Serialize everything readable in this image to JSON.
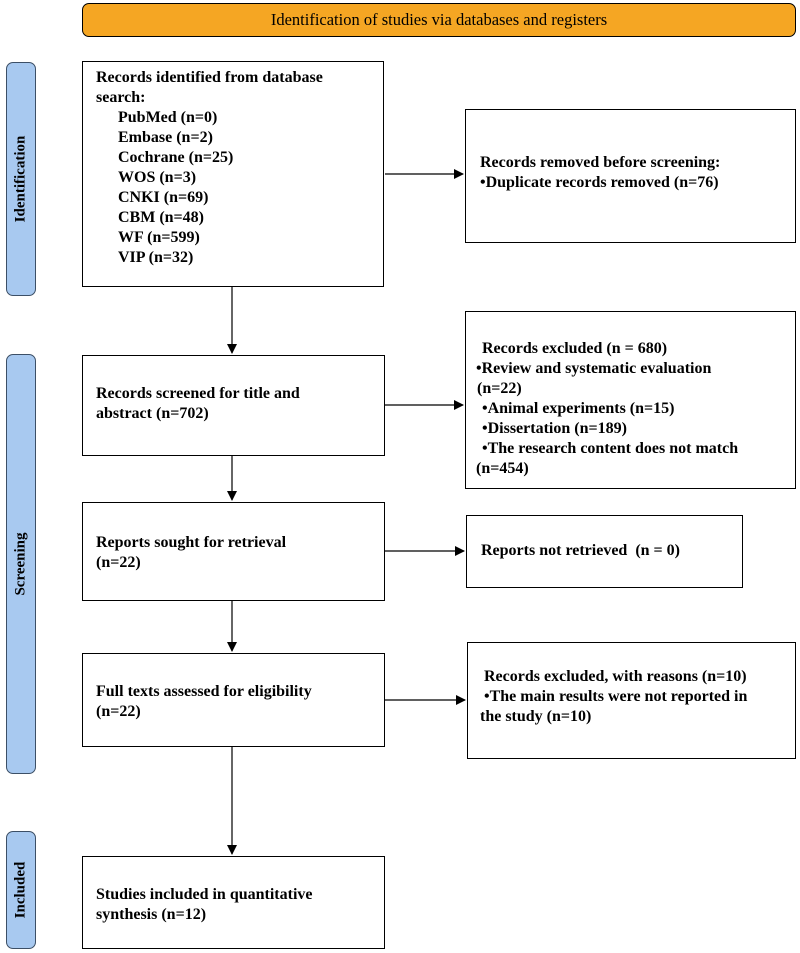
{
  "header": {
    "title": "Identification of studies via databases and registers"
  },
  "phases": {
    "identification": "Identification",
    "screening": "Screening",
    "included": "Included"
  },
  "identified": {
    "heading_line1": "Records identified from database",
    "heading_line2": "search:",
    "sources": [
      "PubMed (n=0)",
      "Embase (n=2)",
      "Cochrane (n=25)",
      "WOS (n=3)",
      "CNKI (n=69)",
      "CBM (n=48)",
      "WF (n=599)",
      "VIP (n=32)"
    ]
  },
  "removed": {
    "title": "Records removed before screening:",
    "item": "•Duplicate records removed (n=76)"
  },
  "screened": {
    "line1": "Records screened for title and",
    "line2": "abstract (n=702)"
  },
  "excluded": {
    "lines": [
      "Records excluded (n = 680)",
      "•Review and systematic evaluation",
      "(n=22)",
      "•Animal experiments (n=15)",
      "•Dissertation (n=189)",
      "•The research content does not match",
      "(n=454)"
    ]
  },
  "sought": {
    "line1": "Reports sought for retrieval",
    "line2": "(n=22)"
  },
  "not_retrieved": {
    "text": "Reports not retrieved  (n = 0)"
  },
  "assessed": {
    "line1": "Full texts assessed for eligibility",
    "line2": "(n=22)"
  },
  "excluded_reasons": {
    "line1": "Records excluded, with reasons (n=10)",
    "line2": "•The main results were not reported in",
    "line3": "the study (n=10)"
  },
  "included": {
    "line1": "Studies included in quantitative",
    "line2": "synthesis (n=12)"
  }
}
